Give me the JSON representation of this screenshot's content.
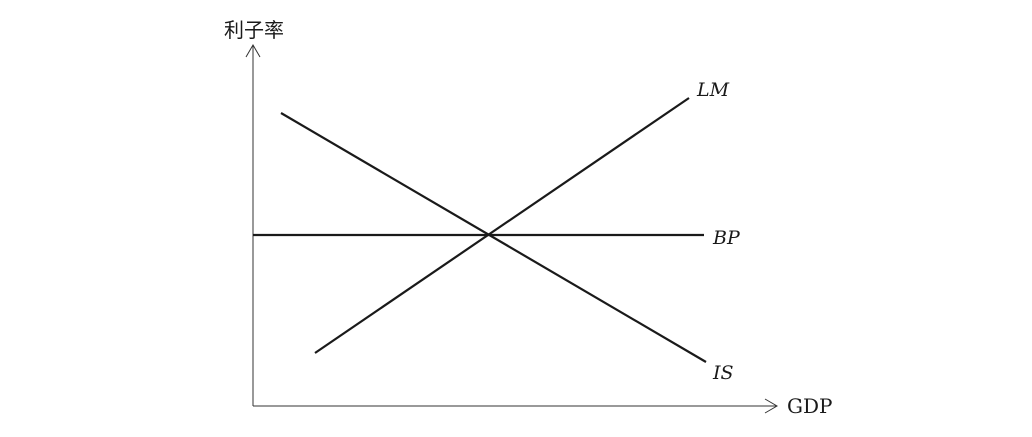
{
  "diagram": {
    "y_axis_label": "利子率",
    "x_axis_label": "GDP",
    "curves": [
      {
        "id": "LM",
        "label": "LM"
      },
      {
        "id": "BP",
        "label": "BP"
      },
      {
        "id": "IS",
        "label": "IS"
      }
    ]
  }
}
